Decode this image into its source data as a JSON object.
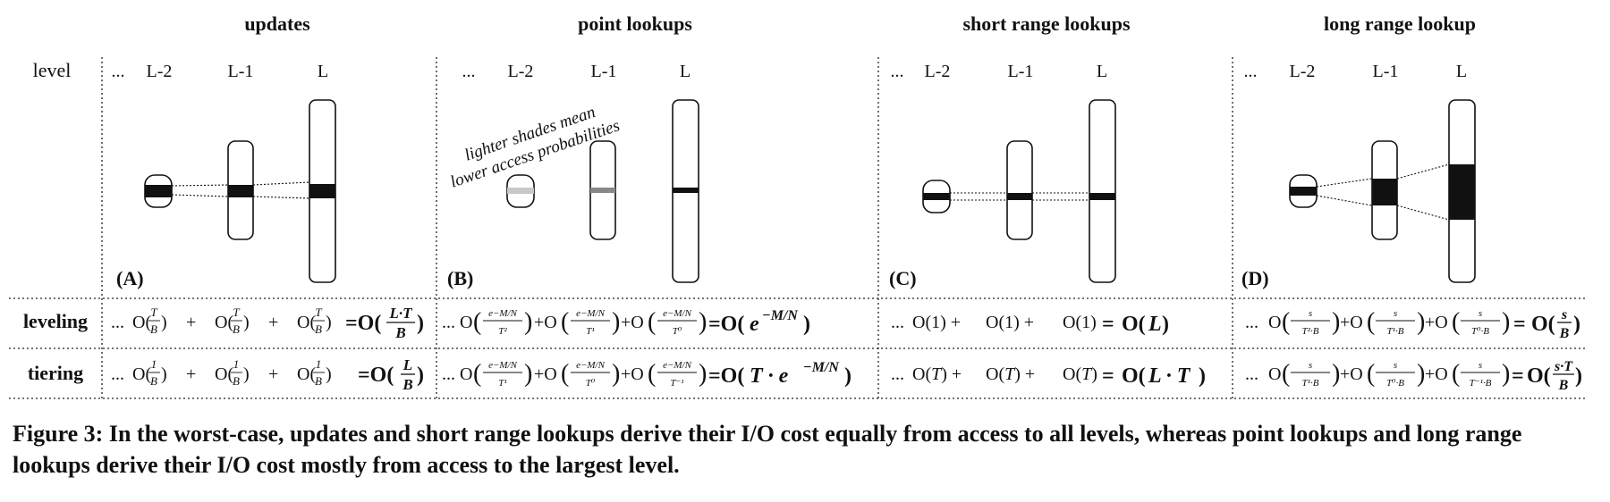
{
  "figure": {
    "columns": [
      "updates",
      "point lookups",
      "short range lookups",
      "long range lookup"
    ],
    "level_label": "level",
    "levels": [
      "...",
      "L-2",
      "L-1",
      "L"
    ],
    "panel_labels": [
      "(A)",
      "(B)",
      "(C)",
      "(D)"
    ],
    "rows": [
      "leveling",
      "tiering"
    ],
    "annotation": [
      "lighter shades mean",
      "lower access probabilities"
    ],
    "shading": {
      "accessed": "#111111",
      "mid": "#888888",
      "light": "#c8c8c8"
    },
    "cells": {
      "leveling": {
        "updates": {
          "prefix": "...",
          "terms": [
            "T/B",
            "T/B",
            "T/B"
          ],
          "result": "O(L·T/B)"
        },
        "point_lookups": {
          "prefix": "...",
          "terms": [
            "e^(-M/N)/T^2",
            "e^(-M/N)/T^1",
            "e^(-M/N)/T^0"
          ],
          "result": "O(e^(-M/N))"
        },
        "short_range": {
          "prefix": "...",
          "terms": [
            "O(1)",
            "O(1)",
            "O(1)"
          ],
          "result": "O(L)"
        },
        "long_range": {
          "prefix": "...",
          "terms": [
            "s/(T^2·B)",
            "s/(T^1·B)",
            "s/(T^0·B)"
          ],
          "result": "O(s/B)"
        }
      },
      "tiering": {
        "updates": {
          "prefix": "...",
          "terms": [
            "1/B",
            "1/B",
            "1/B"
          ],
          "result": "O(L/B)"
        },
        "point_lookups": {
          "prefix": "...",
          "terms": [
            "e^(-M/N)/T^1",
            "e^(-M/N)/T^0",
            "e^(-M/N)/T^-1"
          ],
          "result": "O(T·e^(-M/N))"
        },
        "short_range": {
          "prefix": "...",
          "terms": [
            "O(T)",
            "O(T)",
            "O(T)"
          ],
          "result": "O(L·T)"
        },
        "long_range": {
          "prefix": "...",
          "terms": [
            "s/(T^1·B)",
            "s/(T^0·B)",
            "s/(T^-1·B)"
          ],
          "result": "O(s·T/B)"
        }
      }
    }
  },
  "caption": "Figure 3: In the worst-case, updates and short range lookups derive their I/O cost equally from access to all levels, whereas point lookups and long range lookups derive their I/O cost mostly from access to the largest level."
}
